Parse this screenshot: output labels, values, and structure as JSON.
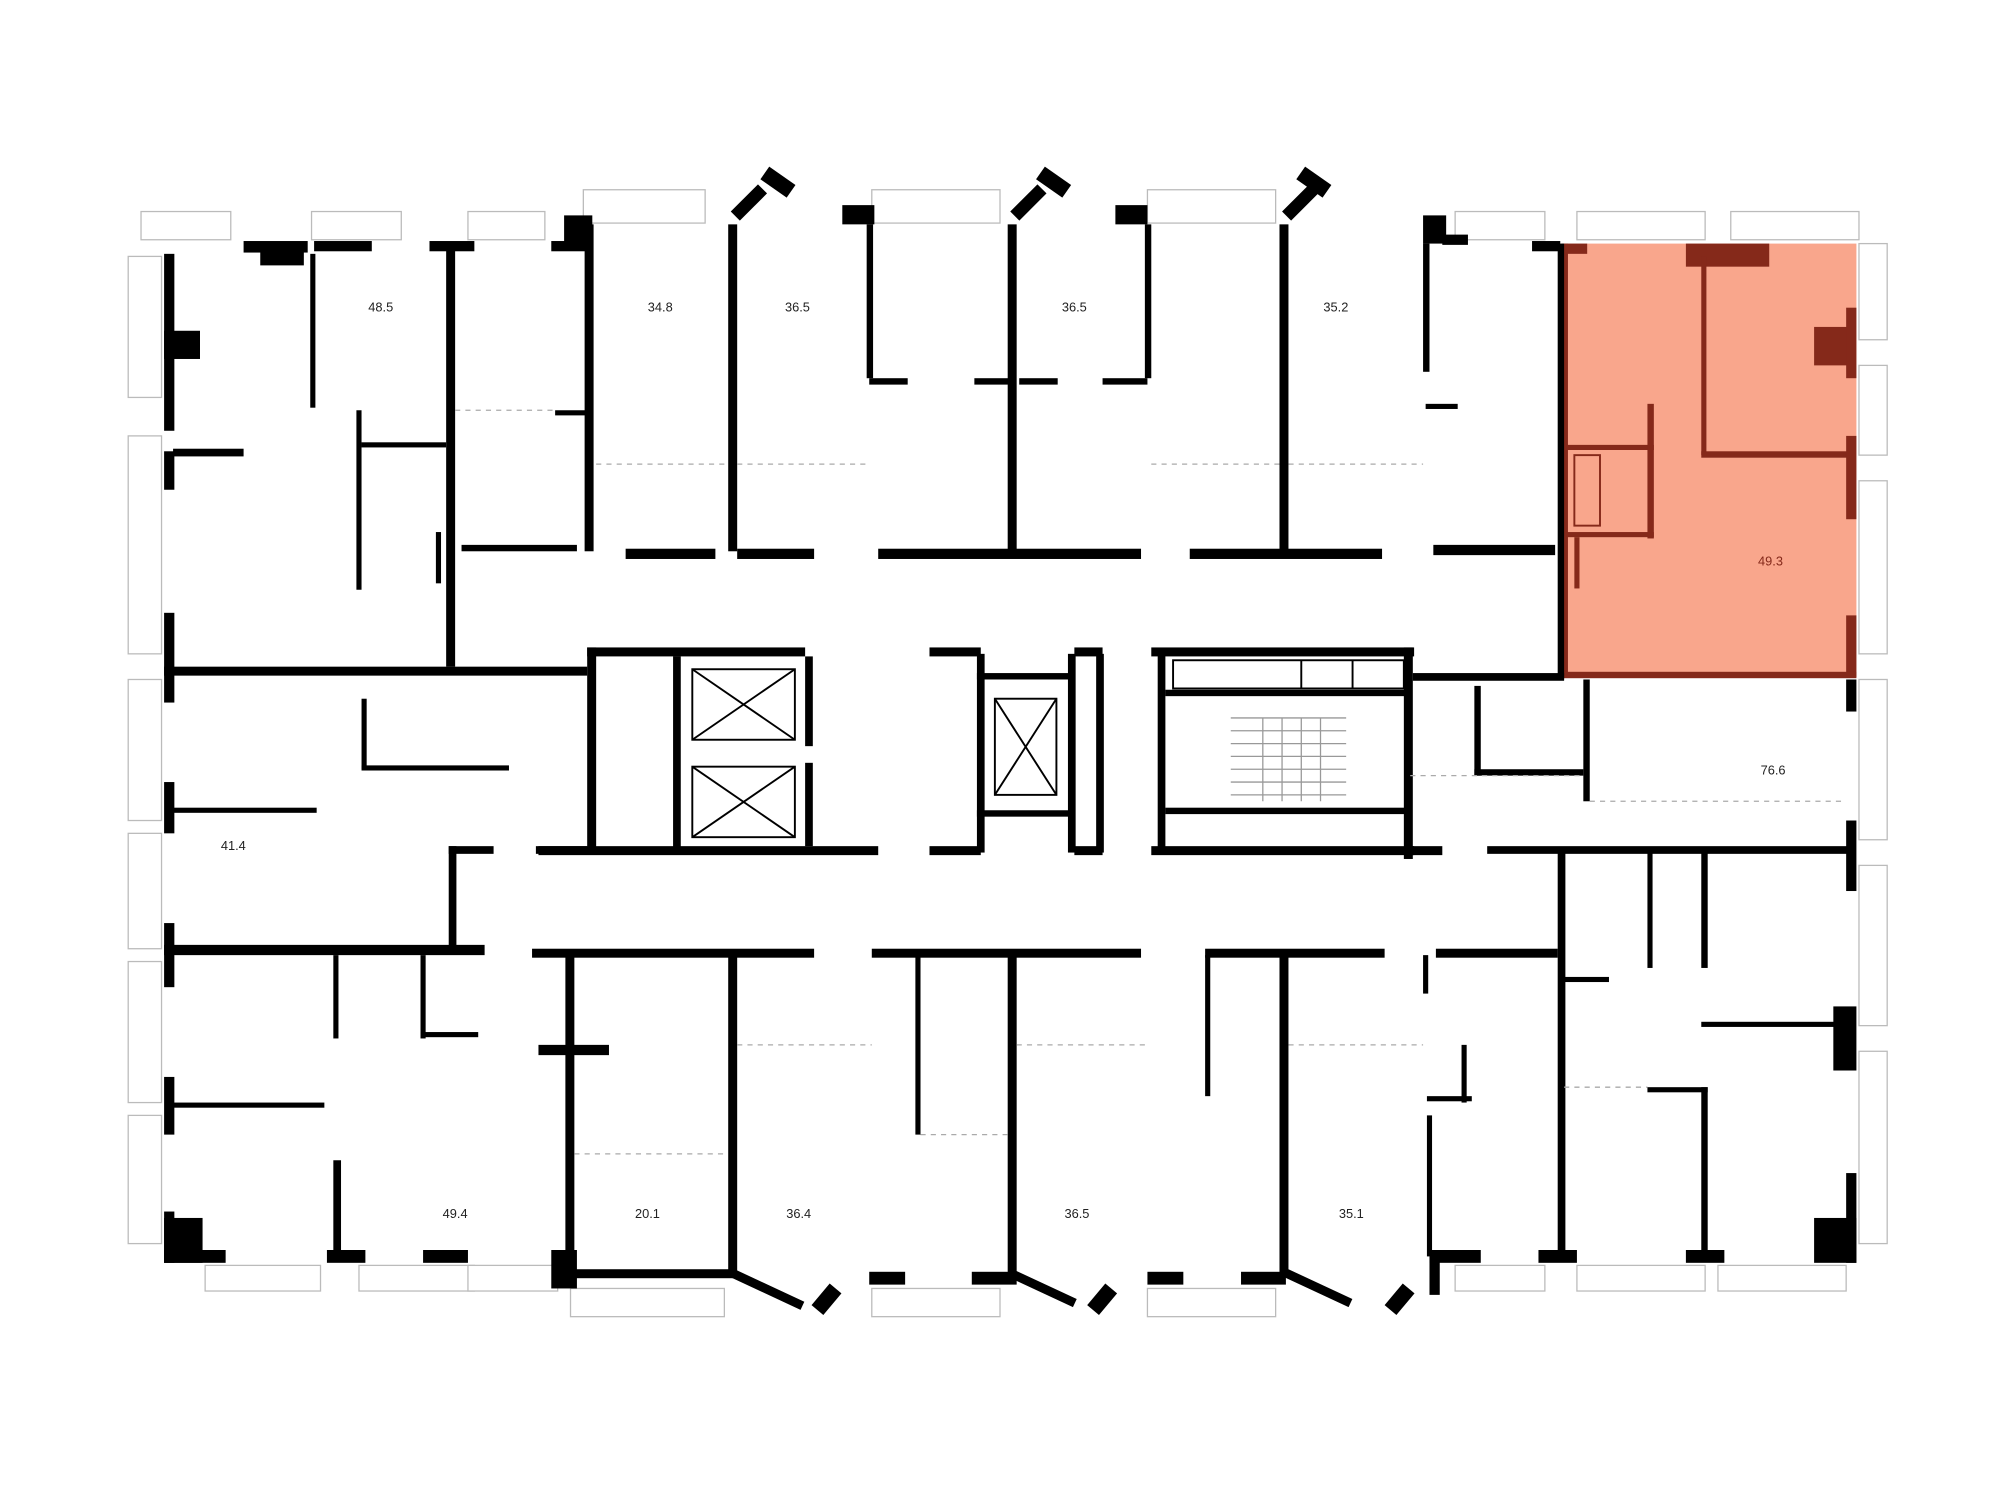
{
  "colors": {
    "highlight_fill": "#F9A68C",
    "highlight_wall": "#85291A",
    "wall": "#000000"
  },
  "apartments": {
    "top": [
      {
        "area": "48.5"
      },
      {
        "area": "34.8"
      },
      {
        "area": "36.5"
      },
      {
        "area": "36.5"
      },
      {
        "area": "35.2"
      }
    ],
    "right": [
      {
        "area": "49.3",
        "selected": true
      },
      {
        "area": "76.6"
      }
    ],
    "left": [
      {
        "area": "41.4"
      }
    ],
    "bottom": [
      {
        "area": "49.4"
      },
      {
        "area": "20.1"
      },
      {
        "area": "36.4"
      },
      {
        "area": "36.5"
      },
      {
        "area": "35.1"
      }
    ]
  }
}
